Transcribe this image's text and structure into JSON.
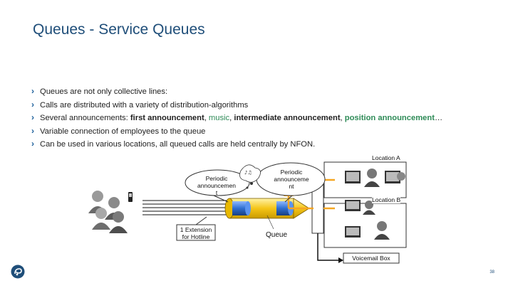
{
  "slide": {
    "title": "Queues - Service Queues",
    "page_number": "38"
  },
  "bullets": {
    "b1": "Queues are not only collective lines:",
    "b2": "Calls are distributed with a variety of distribution-algorithms",
    "b3_prefix": "Several announcements: ",
    "b3_first": "first announcement",
    "b3_sep1": ", ",
    "b3_music": "music",
    "b3_sep2": ", ",
    "b3_intermediate": "intermediate announcement",
    "b3_sep3": ", ",
    "b3_position": "position announcement",
    "b3_suffix": "…",
    "b4": "Variable connection of employees to the queue",
    "b5": "Can be used in various locations, all queued calls are held centrally by NFON."
  },
  "diagram": {
    "location_a": "Location A",
    "location_b": "Location B",
    "periodic_left_1": "Periodic",
    "periodic_left_2": "announcemen",
    "periodic_left_3": "t",
    "periodic_right_1": "Periodic",
    "periodic_right_2": "announceme",
    "periodic_right_3": "nt",
    "extension_1": "1 Extension",
    "extension_2": "for Hotline",
    "queue": "Queue",
    "voicemail": "Voicemail Box"
  },
  "colors": {
    "title": "#1f4e79",
    "accent_green": "#2e8b57",
    "pipe_yellow": "#f5c518",
    "pipe_blue": "#2e6fd1",
    "route_orange": "#f5a623"
  }
}
